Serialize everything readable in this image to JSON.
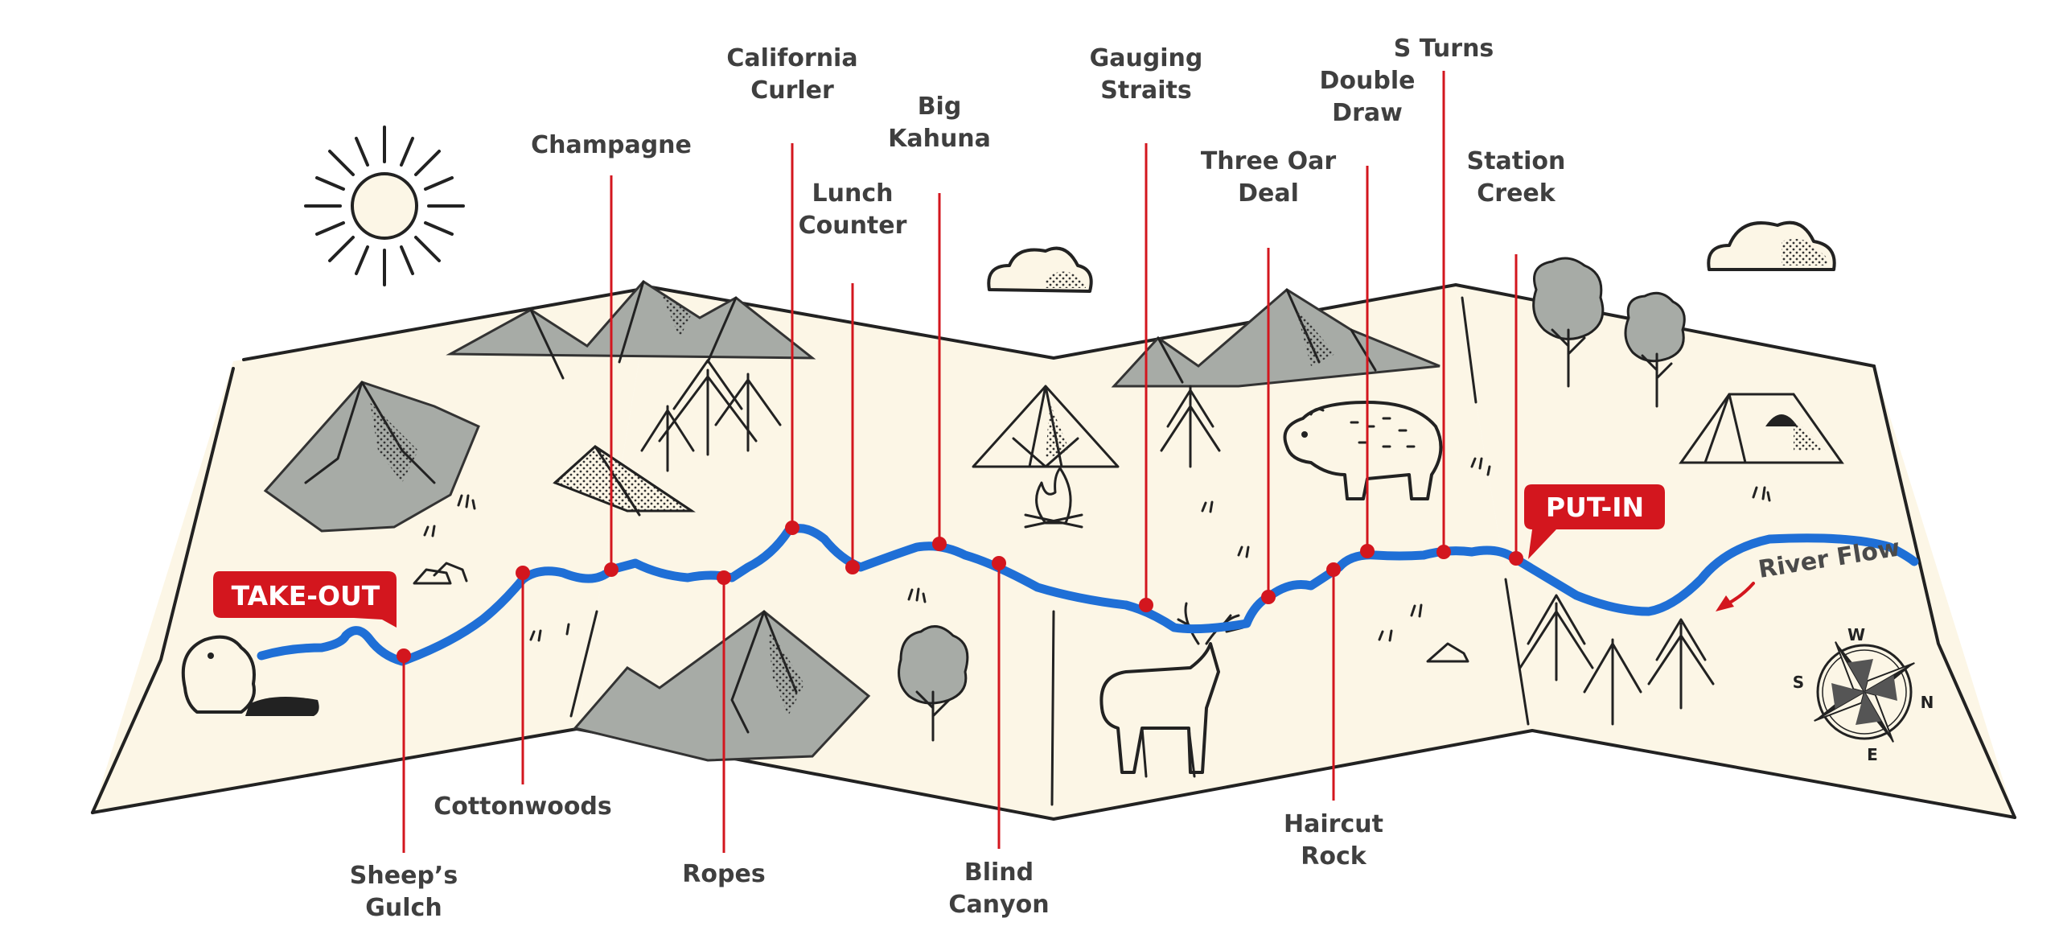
{
  "colors": {
    "paper": "#fcf6e6",
    "ink": "#222222",
    "mountain": "#a7aba6",
    "river": "#1f6fd6",
    "accent_red": "#d3161e",
    "label_text": "#3f3f3f"
  },
  "markers": {
    "take_out": "TAKE-OUT",
    "put_in": "PUT-IN"
  },
  "river_flow": {
    "label": "River Flow"
  },
  "compass": {
    "n": "N",
    "s": "S",
    "e": "E",
    "w": "W"
  },
  "rapids": [
    {
      "name": [
        "Sheep’s",
        "Gulch"
      ]
    },
    {
      "name": [
        "Cottonwoods"
      ]
    },
    {
      "name": [
        "Champagne"
      ]
    },
    {
      "name": [
        "Ropes"
      ]
    },
    {
      "name": [
        "California",
        "Curler"
      ]
    },
    {
      "name": [
        "Lunch",
        "Counter"
      ]
    },
    {
      "name": [
        "Big",
        "Kahuna"
      ]
    },
    {
      "name": [
        "Blind",
        "Canyon"
      ]
    },
    {
      "name": [
        "Gauging",
        "Straits"
      ]
    },
    {
      "name": [
        "Three Oar",
        "Deal"
      ]
    },
    {
      "name": [
        "Haircut",
        "Rock"
      ]
    },
    {
      "name": [
        "Double",
        "Draw"
      ]
    },
    {
      "name": [
        "S Turns"
      ]
    },
    {
      "name": [
        "Station",
        "Creek"
      ]
    }
  ]
}
